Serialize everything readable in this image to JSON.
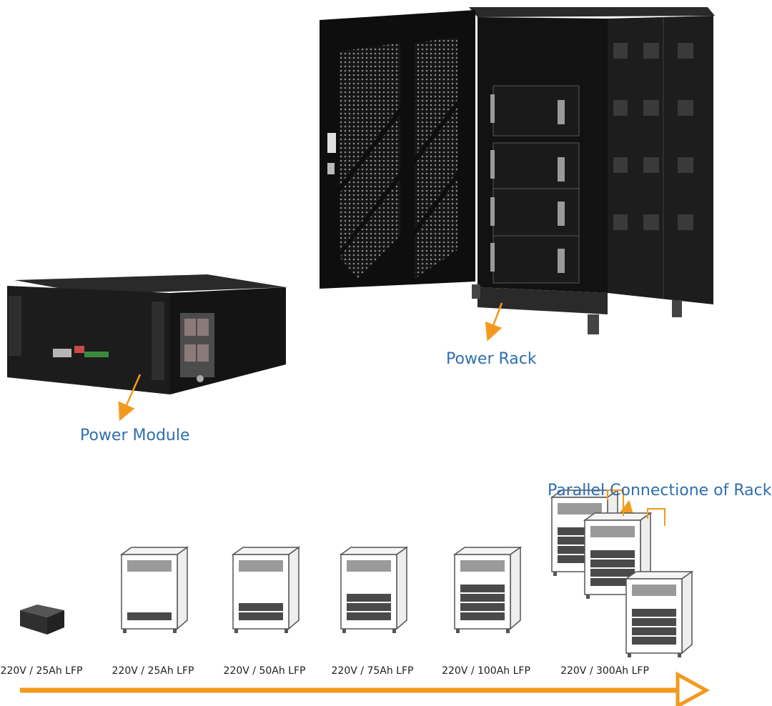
{
  "labels": {
    "power_rack": "Power Rack",
    "power_module": "Power Module",
    "parallel": "Parallel Connectione of Racks"
  },
  "scale_items": [
    {
      "caption": "220V / 25Ah LFP",
      "modules": 0,
      "type": "module"
    },
    {
      "caption": "220V / 25Ah LFP",
      "modules": 1,
      "type": "rack"
    },
    {
      "caption": "220V / 50Ah LFP",
      "modules": 2,
      "type": "rack"
    },
    {
      "caption": "220V / 75Ah LFP",
      "modules": 3,
      "type": "rack"
    },
    {
      "caption": "220V / 100Ah LFP",
      "modules": 4,
      "type": "rack"
    },
    {
      "caption": "220V / 300Ah LFP",
      "modules": 4,
      "type": "parallel-racks"
    }
  ],
  "colors": {
    "arrow": "#f39a1e",
    "label": "#2f6fad",
    "cabinet": "#1c1c1c",
    "module_fill": "#4a4a4a"
  },
  "icons": {
    "scale_arrow": "arrow-right-icon",
    "pointer": "arrow-pointer-icon"
  }
}
